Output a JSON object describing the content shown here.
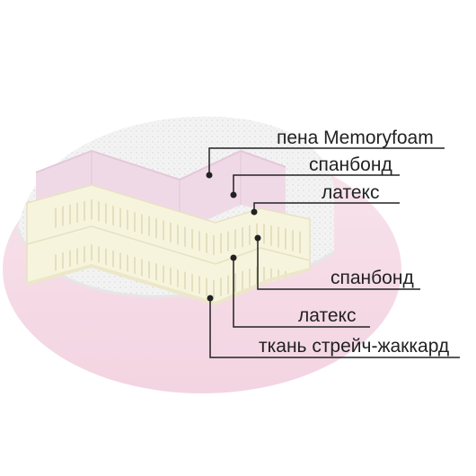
{
  "diagram": {
    "labels": [
      {
        "id": "memory-foam",
        "text": "пена Memoryfoam"
      },
      {
        "id": "spunbond-top",
        "text": "спанбонд"
      },
      {
        "id": "latex-top",
        "text": "латекс"
      },
      {
        "id": "spunbond-bottom",
        "text": "спанбонд"
      },
      {
        "id": "latex-bottom",
        "text": "латекс"
      },
      {
        "id": "jacquard-fabric",
        "text": "ткань стрейч-жаккард"
      }
    ]
  },
  "colors": {
    "background": "#ffffff",
    "cover_pink": "#f6dde8",
    "foam_pink": "#f1dbe8",
    "quilted_white": "#f4f4f4",
    "latex_cream": "#f6f3dc",
    "leader_line": "#222222"
  }
}
